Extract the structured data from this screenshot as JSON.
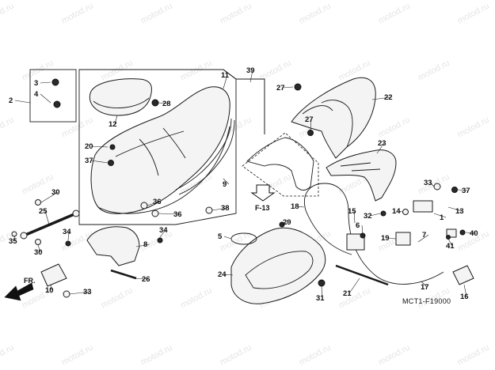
{
  "watermark": "motod.ru",
  "diagram_code": "MCT1-F19000",
  "direction_marker": "FR.",
  "reference_label": "F-13",
  "callouts": [
    "1",
    "2",
    "3",
    "4",
    "5",
    "6",
    "7",
    "8",
    "9",
    "10",
    "11",
    "12",
    "13",
    "14",
    "15",
    "16",
    "17",
    "18",
    "19",
    "20",
    "21",
    "22",
    "23",
    "24",
    "25",
    "26",
    "27",
    "28",
    "29",
    "30",
    "31",
    "32",
    "33",
    "34",
    "35",
    "36",
    "37",
    "38",
    "39",
    "40",
    "41"
  ]
}
